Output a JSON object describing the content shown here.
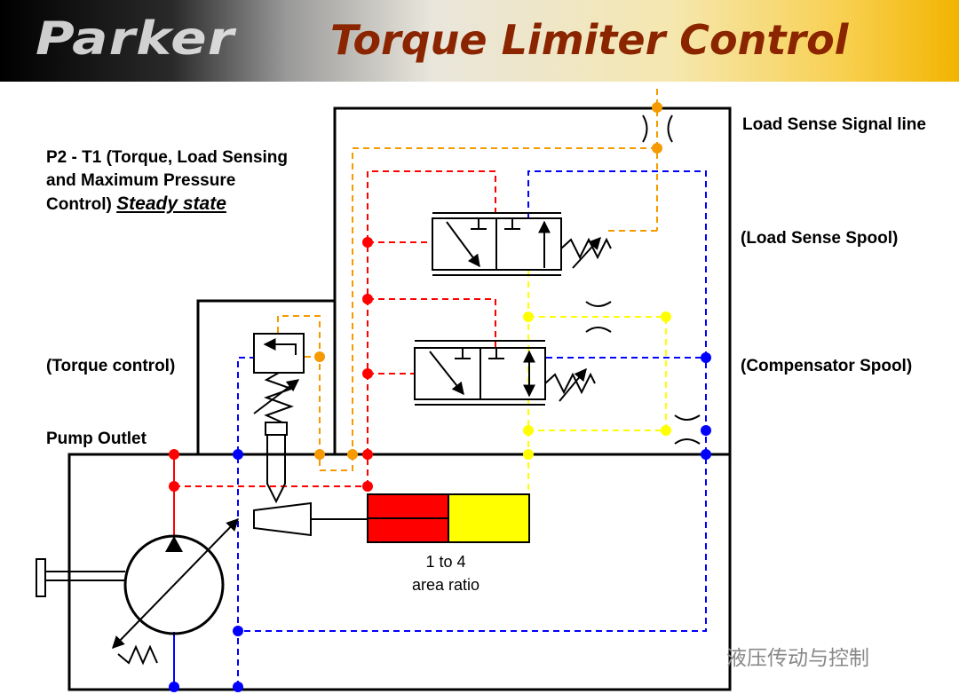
{
  "brand": {
    "logo_text": "Parker"
  },
  "title": "Torque Limiter Control",
  "description": {
    "line1": "P2 - T1 (Torque, Load Sensing",
    "line2": "and Maximum Pressure",
    "line3": "Control)",
    "state": "Steady state"
  },
  "labels": {
    "load_sense_signal_line": "Load Sense Signal line",
    "load_sense_spool": "(Load Sense Spool)",
    "compensator_spool": "(Compensator Spool)",
    "torque_control": "(Torque control)",
    "pump_outlet": "Pump Outlet",
    "area_ratio_line1": "1 to 4",
    "area_ratio_line2": "area ratio"
  },
  "watermark": "液压传动与控制",
  "colors": {
    "title": "#8b2500",
    "pump_pressure": "#ff0000",
    "load_sense": "#f59a00",
    "compensated": "#ffff00",
    "tank": "#0000ff"
  }
}
